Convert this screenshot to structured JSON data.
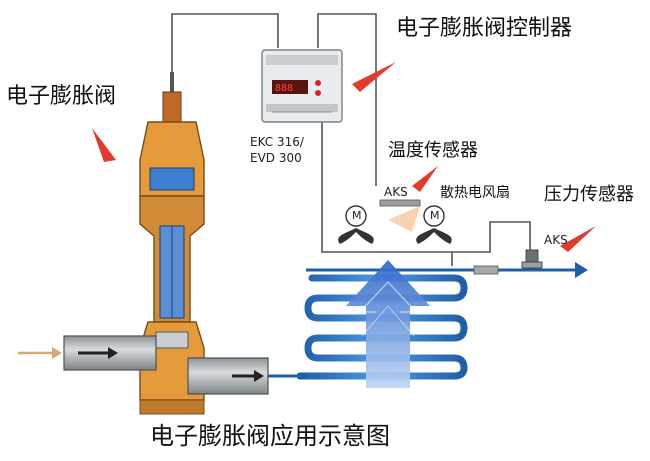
{
  "labels": {
    "valve": "电子膨胀阀",
    "controller": "电子膨胀阀控制器",
    "temp_sensor": "温度传感器",
    "fan": "散热电风扇",
    "pressure_sensor": "压力传感器",
    "controller_model_line1": "EKC 316/",
    "controller_model_line2": "EVD 300",
    "aks_temp": "AKS",
    "aks_pressure": "AKS",
    "caption": "电子膨胀阀应用示意图"
  },
  "fan_symbols": [
    "M",
    "M"
  ],
  "colors": {
    "pointer_arrow": "#e23b2e",
    "pipe_blue": "#2e7dc7",
    "valve_orange": "#e59a3c",
    "valve_blue": "#3f7fd0",
    "airflow_blue": "#2f6fce",
    "wire": "#555555"
  }
}
